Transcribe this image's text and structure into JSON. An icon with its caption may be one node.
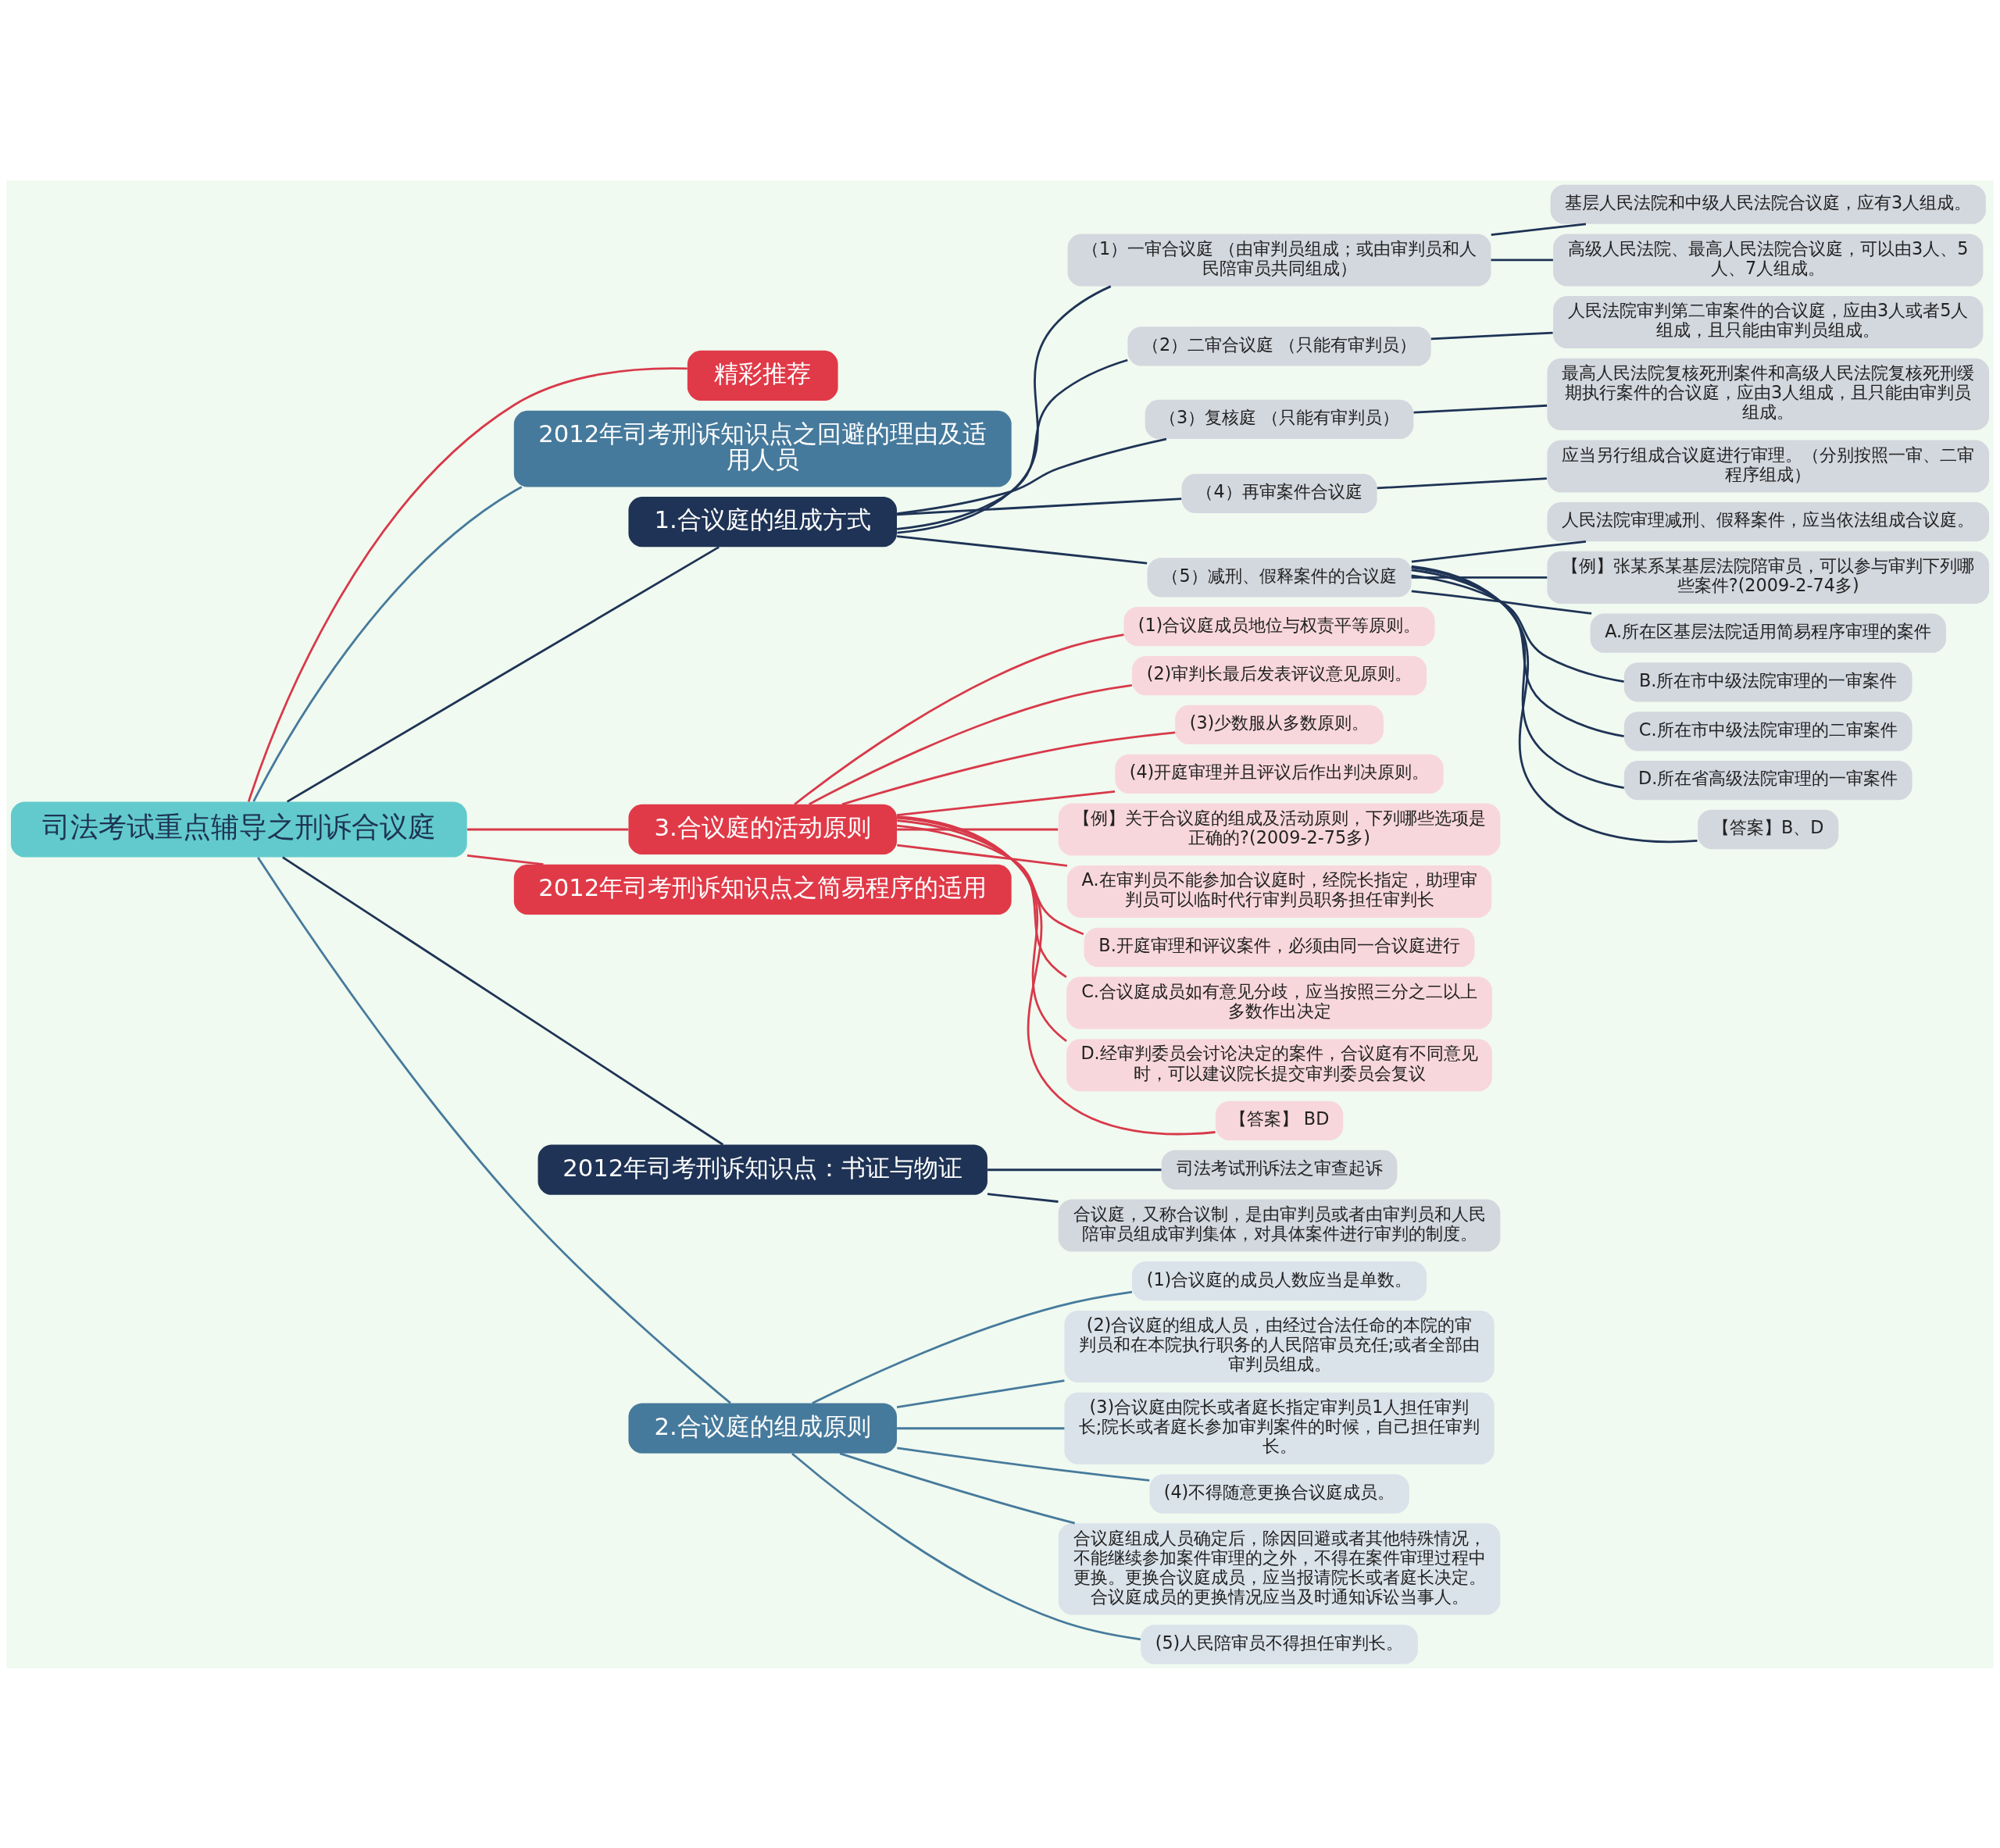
{
  "diagram": {
    "nodes": [
      {
        "text": [
          "司法考试重点辅导之刑诉合议庭"
        ]
      },
      {
        "text": [
          "精彩推荐"
        ]
      },
      {
        "text": [
          "2012年司考刑诉知识点之回避的理由及适用人员"
        ]
      },
      {
        "text": [
          "1.合议庭的组成方式"
        ]
      },
      {
        "text": [
          "（1）一审合议庭 （由审判员组成；或由审判员和人民陪审员共同组成）"
        ]
      },
      {
        "text": [
          "基层人民法院和中级人民法院合议庭，应有3人组成。"
        ]
      },
      {
        "text": [
          "高级人民法院、最高人民法院合议庭，可以由3人、5人、7人组成。"
        ]
      },
      {
        "text": [
          "（2）二审合议庭 （只能有审判员）"
        ]
      },
      {
        "text": [
          "人民法院审判第二审案件的合议庭，应由3人或者5人组成，且只能由审判员组成。"
        ]
      },
      {
        "text": [
          "（3）复核庭 （只能有审判员）"
        ]
      },
      {
        "text": [
          "最高人民法院复核死刑案件和高级人民法院复核死刑缓期执行案件的合议庭，应由3人组成，且只能由审判员组成。"
        ]
      },
      {
        "text": [
          "（4）再审案件合议庭"
        ]
      },
      {
        "text": [
          "应当另行组成合议庭进行审理。（分别按照一审、二审程序组成）"
        ]
      },
      {
        "text": [
          "（5）减刑、假释案件的合议庭"
        ]
      },
      {
        "text": [
          "人民法院审理减刑、假释案件，应当依法组成合议庭。"
        ]
      },
      {
        "text": [
          "【例】张某系某基层法院陪审员，可以参与审判下列哪些案件?(2009-2-74多)"
        ]
      },
      {
        "text": [
          "A.所在区基层法院适用简易程序审理的案件"
        ]
      },
      {
        "text": [
          "B.所在市中级法院审理的一审案件"
        ]
      },
      {
        "text": [
          "C.所在市中级法院审理的二审案件"
        ]
      },
      {
        "text": [
          "D.所在省高级法院审理的一审案件"
        ]
      },
      {
        "text": [
          "【答案】B、D"
        ]
      },
      {
        "text": [
          "3.合议庭的活动原则"
        ]
      },
      {
        "text": [
          "(1)合议庭成员地位与权责平等原则。"
        ]
      },
      {
        "text": [
          "(2)审判长最后发表评议意见原则。"
        ]
      },
      {
        "text": [
          "(3)少数服从多数原则。"
        ]
      },
      {
        "text": [
          "(4)开庭审理并且评议后作出判决原则。"
        ]
      },
      {
        "text": [
          "【例】关于合议庭的组成及活动原则，下列哪些选项是正确的?(2009-2-75多)"
        ]
      },
      {
        "text": [
          "A.在审判员不能参加合议庭时，经院长指定，助理审判员可以临时代行审判员职务担任审判长"
        ]
      },
      {
        "text": [
          "B.开庭审理和评议案件，必须由同一合议庭进行"
        ]
      },
      {
        "text": [
          "C.合议庭成员如有意见分歧，应当按照三分之二以上多数作出决定"
        ]
      },
      {
        "text": [
          "D.经审判委员会讨论决定的案件，合议庭有不同意见时，可以建议院长提交审判委员会复议"
        ]
      },
      {
        "text": [
          "【答案】 BD"
        ]
      },
      {
        "text": [
          "2012年司考刑诉知识点之简易程序的适用"
        ]
      },
      {
        "text": [
          "2012年司考刑诉知识点：书证与物证"
        ]
      },
      {
        "text": [
          "司法考试刑诉法之审查起诉"
        ]
      },
      {
        "text": [
          "合议庭，又称合议制，是由审判员或者由审判员和人民陪审员组成审判集体，对具体案件进行审判的制度。"
        ]
      },
      {
        "text": [
          "2.合议庭的组成原则"
        ]
      },
      {
        "text": [
          "(1)合议庭的成员人数应当是单数。"
        ]
      },
      {
        "text": [
          "(2)合议庭的组成人员，由经过合法任命的本院的审判员和在本院执行职务的人民陪审员充任;或者全部由审判员组成。"
        ]
      },
      {
        "text": [
          "(3)合议庭由院长或者庭长指定审判员1人担任审判长;院长或者庭长参加审判案件的时候，自己担任审判长。"
        ]
      },
      {
        "text": [
          "(4)不得随意更换合议庭成员。"
        ]
      },
      {
        "text": [
          "合议庭组成人员确定后，除因回避或者其他特殊情况，不能继续参加案件审理的之外，不得在案件审理过程中更换。更换合议庭成员，应当报请院长或者庭长决定。合议庭成员的更换情况应当及时通知诉讼当事人。"
        ]
      },
      {
        "text": [
          "(5)人民陪审员不得担任审判长。"
        ]
      }
    ],
    "edges": [
      {
        "from": 0,
        "to": 1,
        "arrow": "none",
        "color": "#d8394a"
      },
      {
        "from": 0,
        "to": 2,
        "arrow": "none",
        "color": "#467a9c"
      },
      {
        "from": 0,
        "to": 3,
        "arrow": "none"
      },
      {
        "from": 3,
        "to": 4,
        "arrow": "none"
      },
      {
        "from": 4,
        "to": 5,
        "arrow": "none"
      },
      {
        "from": 4,
        "to": 6,
        "arrow": "none"
      },
      {
        "from": 3,
        "to": 7,
        "arrow": "none"
      },
      {
        "from": 7,
        "to": 8,
        "arrow": "none"
      },
      {
        "from": 3,
        "to": 9,
        "arrow": "none"
      },
      {
        "from": 9,
        "to": 10,
        "arrow": "none"
      },
      {
        "from": 3,
        "to": 11,
        "arrow": "none"
      },
      {
        "from": 11,
        "to": 12,
        "arrow": "none"
      },
      {
        "from": 3,
        "to": 13,
        "arrow": "none"
      },
      {
        "from": 13,
        "to": 14,
        "arrow": "none"
      },
      {
        "from": 13,
        "to": 15,
        "arrow": "none"
      },
      {
        "from": 13,
        "to": 16,
        "arrow": "none"
      },
      {
        "from": 13,
        "to": 17,
        "arrow": "none"
      },
      {
        "from": 13,
        "to": 18,
        "arrow": "none"
      },
      {
        "from": 13,
        "to": 19,
        "arrow": "none"
      },
      {
        "from": 13,
        "to": 20,
        "arrow": "none"
      },
      {
        "from": 0,
        "to": 21,
        "arrow": "none",
        "color": "#d8394a"
      },
      {
        "from": 21,
        "to": 22,
        "arrow": "none",
        "color": "#d8394a"
      },
      {
        "from": 21,
        "to": 23,
        "arrow": "none",
        "color": "#d8394a"
      },
      {
        "from": 21,
        "to": 24,
        "arrow": "none",
        "color": "#d8394a"
      },
      {
        "from": 21,
        "to": 25,
        "arrow": "none",
        "color": "#d8394a"
      },
      {
        "from": 21,
        "to": 26,
        "arrow": "none",
        "color": "#d8394a"
      },
      {
        "from": 21,
        "to": 27,
        "arrow": "none",
        "color": "#d8394a"
      },
      {
        "from": 21,
        "to": 28,
        "arrow": "none",
        "color": "#d8394a"
      },
      {
        "from": 21,
        "to": 29,
        "arrow": "none",
        "color": "#d8394a"
      },
      {
        "from": 21,
        "to": 30,
        "arrow": "none",
        "color": "#d8394a"
      },
      {
        "from": 21,
        "to": 31,
        "arrow": "none",
        "color": "#d8394a"
      },
      {
        "from": 0,
        "to": 32,
        "arrow": "none",
        "color": "#d8394a"
      },
      {
        "from": 0,
        "to": 33,
        "arrow": "none"
      },
      {
        "from": 33,
        "to": 34,
        "arrow": "none"
      },
      {
        "from": 33,
        "to": 35,
        "arrow": "none"
      },
      {
        "from": 0,
        "to": 36,
        "arrow": "none",
        "color": "#467a9c"
      },
      {
        "from": 36,
        "to": 37,
        "arrow": "none",
        "color": "#467a9c"
      },
      {
        "from": 36,
        "to": 38,
        "arrow": "none",
        "color": "#467a9c"
      },
      {
        "from": 36,
        "to": 39,
        "arrow": "none",
        "color": "#467a9c"
      },
      {
        "from": 36,
        "to": 40,
        "arrow": "none",
        "color": "#467a9c"
      },
      {
        "from": 36,
        "to": 41,
        "arrow": "none",
        "color": "#467a9c"
      },
      {
        "from": 36,
        "to": 42,
        "arrow": "none",
        "color": "#467a9c"
      }
    ]
  }
}
